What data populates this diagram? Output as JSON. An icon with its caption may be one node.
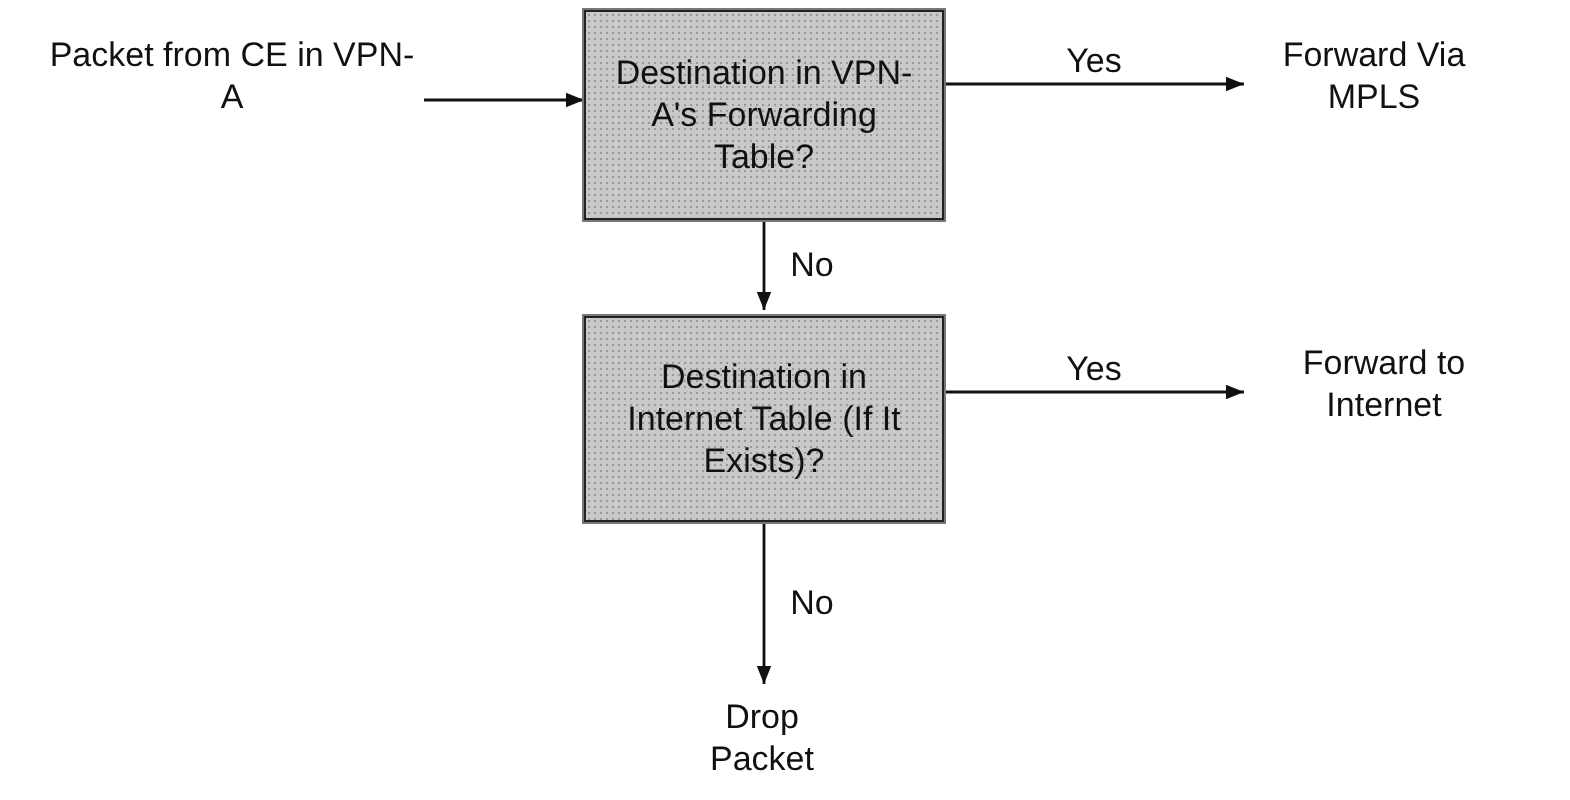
{
  "diagram": {
    "nodes": [
      {
        "text": [
          "Packet from CE in VPN-A"
        ]
      },
      {
        "text": [
          "Destination in VPN-A's Forwarding Table?"
        ]
      },
      {
        "text": [
          "Forward Via MPLS"
        ]
      },
      {
        "text": [
          "Destination in Internet Table (If It Exists)?"
        ]
      },
      {
        "text": [
          "Forward to Internet"
        ]
      },
      {
        "text": [
          "Drop Packet"
        ]
      }
    ],
    "edges": [
      {
        "from": 0,
        "to": 1,
        "arrow": "to"
      },
      {
        "from": 1,
        "to": 2,
        "arrow": "to",
        "label": "Yes"
      },
      {
        "from": 1,
        "to": 3,
        "arrow": "to",
        "label": "No"
      },
      {
        "from": 3,
        "to": 4,
        "arrow": "to",
        "label": "Yes"
      },
      {
        "from": 3,
        "to": 5,
        "arrow": "to",
        "label": "No"
      }
    ]
  }
}
